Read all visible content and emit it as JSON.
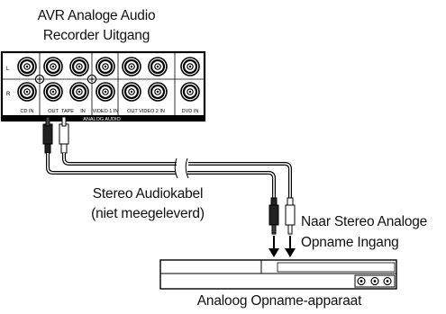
{
  "title": {
    "line1": "AVR Analoge Audio",
    "line2": "Recorder Uitgang"
  },
  "panel": {
    "row_labels": [
      "L",
      "R"
    ],
    "jack_labels": [
      "CD IN",
      "OUT",
      "TAPE",
      "IN",
      "VIDEO 1 IN",
      "OUT VIDEO 2 IN",
      "DVD IN"
    ],
    "bar_label": "ANALOG AUDIO"
  },
  "cable": {
    "line1": "Stereo Audiokabel",
    "line2": "(niet meegeleverd)"
  },
  "input": {
    "line1": "Naar Stereo Analoge",
    "line2": "Opname Ingang"
  },
  "device": {
    "label": "Analoog Opname-apparaat"
  }
}
